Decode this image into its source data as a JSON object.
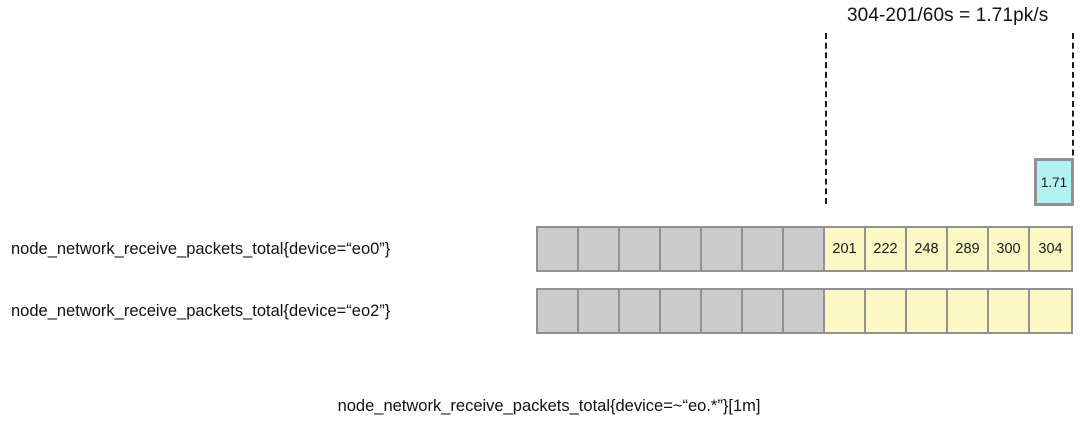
{
  "annotation": {
    "formula": "304-201/60s = 1.71pk/s"
  },
  "series": [
    {
      "label": "node_network_receive_packets_total{device=“eo0”}",
      "past_cells": 7,
      "window_values": [
        "201",
        "222",
        "248",
        "289",
        "300",
        "304"
      ]
    },
    {
      "label": "node_network_receive_packets_total{device=“eo2”}",
      "past_cells": 7,
      "window_values": [
        "",
        "",
        "",
        "",
        "",
        ""
      ]
    }
  ],
  "result": {
    "value": "1.71"
  },
  "caption": {
    "query": "node_network_receive_packets_total{device=~“eo.*”}[1m]"
  },
  "colors": {
    "past_cell": "#cccccc",
    "window_cell": "#fbf8c4",
    "cell_border": "#919191",
    "result_fill": "#b2f2f2",
    "guide_line": "#1c1c1c",
    "text": "#111111"
  }
}
